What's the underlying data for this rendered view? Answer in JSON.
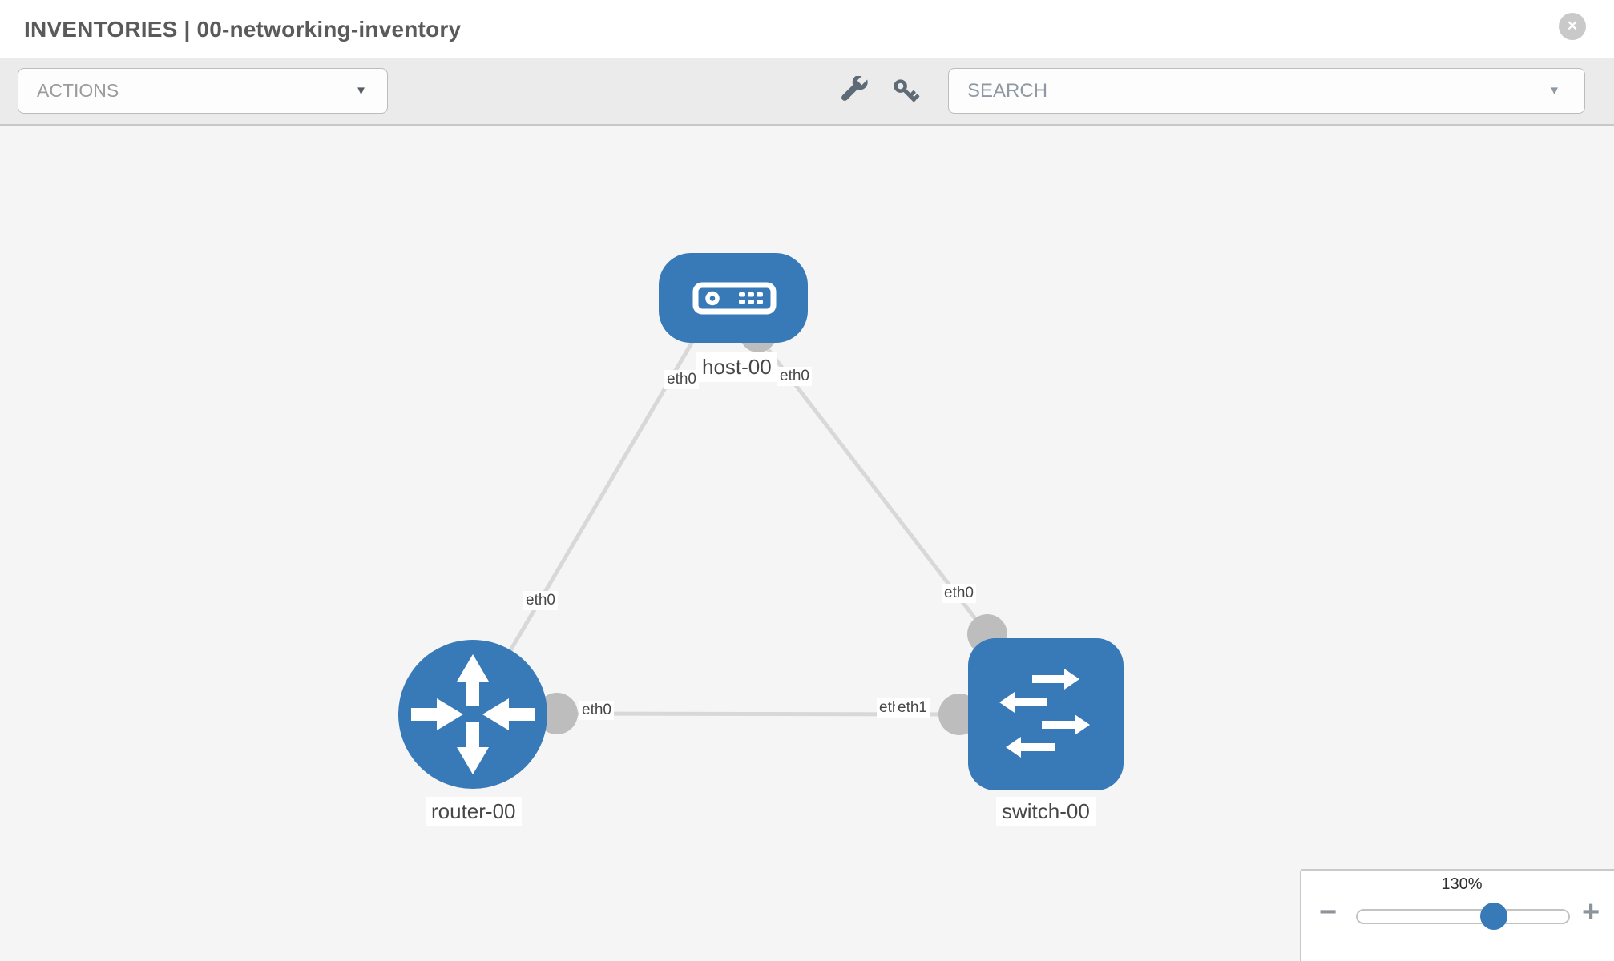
{
  "header": {
    "title": "INVENTORIES | 00-networking-inventory"
  },
  "toolbar": {
    "actions": {
      "label": "ACTIONS"
    },
    "search": {
      "placeholder": "SEARCH"
    },
    "tools": [
      "wrench-icon",
      "key-icon"
    ]
  },
  "icons": {
    "close_glyph": "✕",
    "caret_glyph": "▼",
    "minus_glyph": "−",
    "plus_glyph": "+"
  },
  "topology": {
    "nodes": [
      {
        "name": "host-00",
        "type": "host"
      },
      {
        "name": "router-00",
        "type": "router"
      },
      {
        "name": "switch-00",
        "type": "switch"
      }
    ],
    "links": [
      {
        "from": "host-00",
        "to": "router-00"
      },
      {
        "from": "host-00",
        "to": "switch-00"
      },
      {
        "from": "router-00",
        "to": "switch-00"
      }
    ],
    "interface_labels": {
      "host_left": "eth0",
      "host_right": "eth0",
      "near_router_top": "eth0",
      "near_switch_top": "eth0",
      "router_right": "eth0",
      "switch_left_back": "eth0",
      "switch_left_front": "eth1"
    }
  },
  "zoom_control": {
    "level": "130%"
  },
  "colors": {
    "node_blue": "#3879b8",
    "link_gray": "#d8d8d8",
    "interface_gray": "#bdbdbd",
    "canvas_bg": "#f5f5f5",
    "toolbar_bg": "#ebebeb",
    "label_text": "#474747",
    "title_text": "#5a5a5a"
  }
}
